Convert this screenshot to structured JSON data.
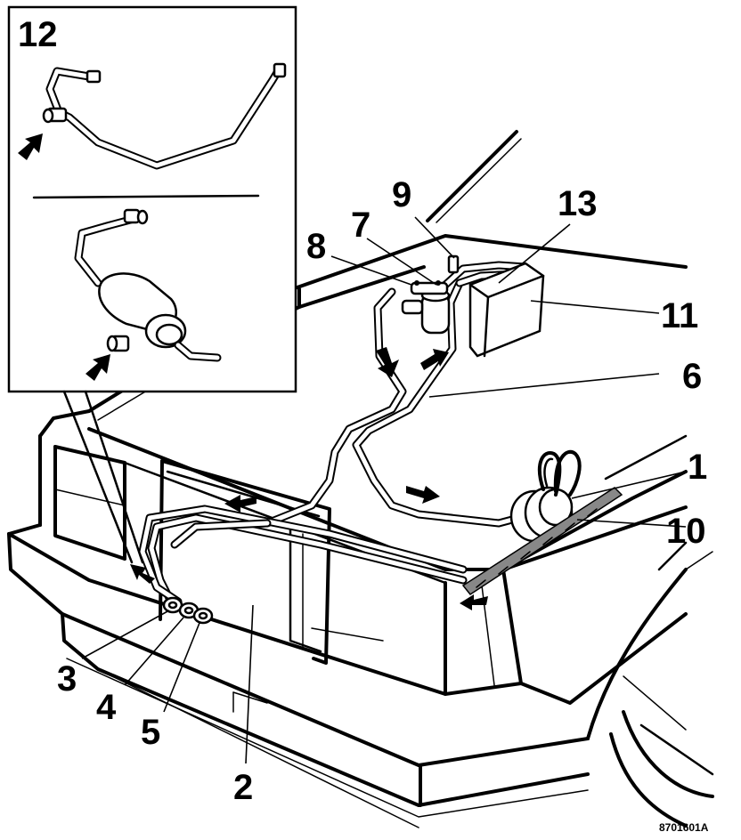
{
  "figure": {
    "reference_code": "8701601A",
    "callouts": {
      "c1": "1",
      "c2": "2",
      "c3": "3",
      "c4": "4",
      "c5": "5",
      "c6": "6",
      "c7": "7",
      "c8": "8",
      "c9": "9",
      "c10": "10",
      "c11": "11",
      "c12": "12",
      "c13": "13"
    }
  }
}
